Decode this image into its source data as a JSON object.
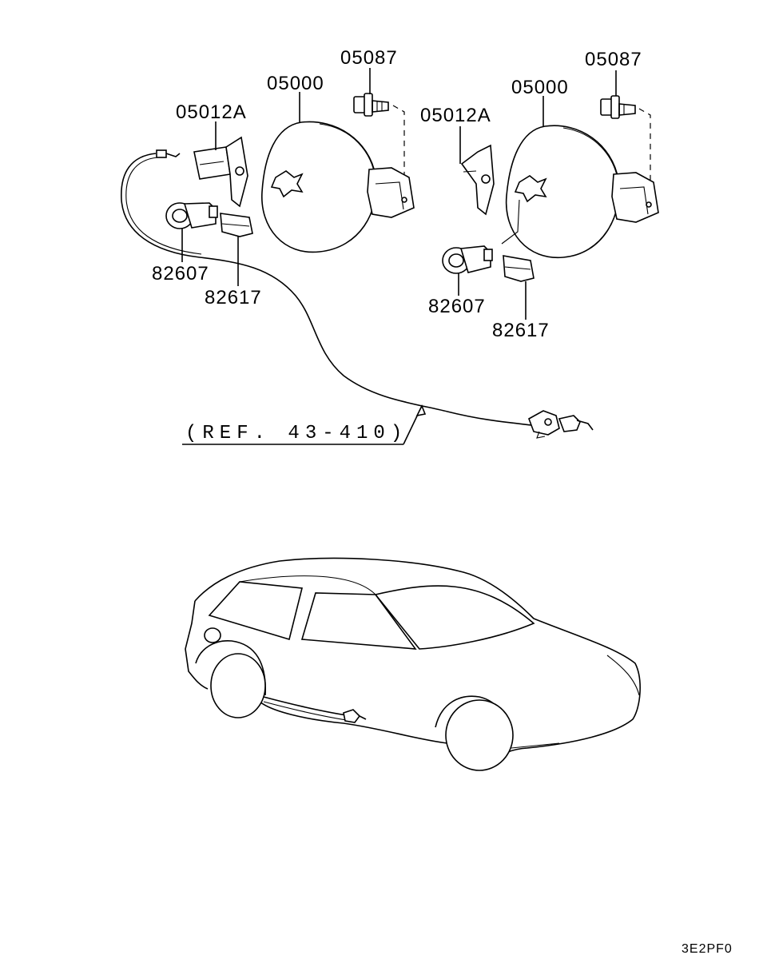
{
  "labels": {
    "left_bolt": "05087",
    "left_lid": "05000",
    "left_hinge": "05012A",
    "left_lock_cylinder": "82607",
    "left_clip": "82617",
    "right_bolt": "05087",
    "right_lid": "05000",
    "right_hinge": "05012A",
    "right_lock_cylinder": "82607",
    "right_clip": "82617",
    "reference": "(REF. 43-410)"
  },
  "diagram_code": "3E2PF0"
}
